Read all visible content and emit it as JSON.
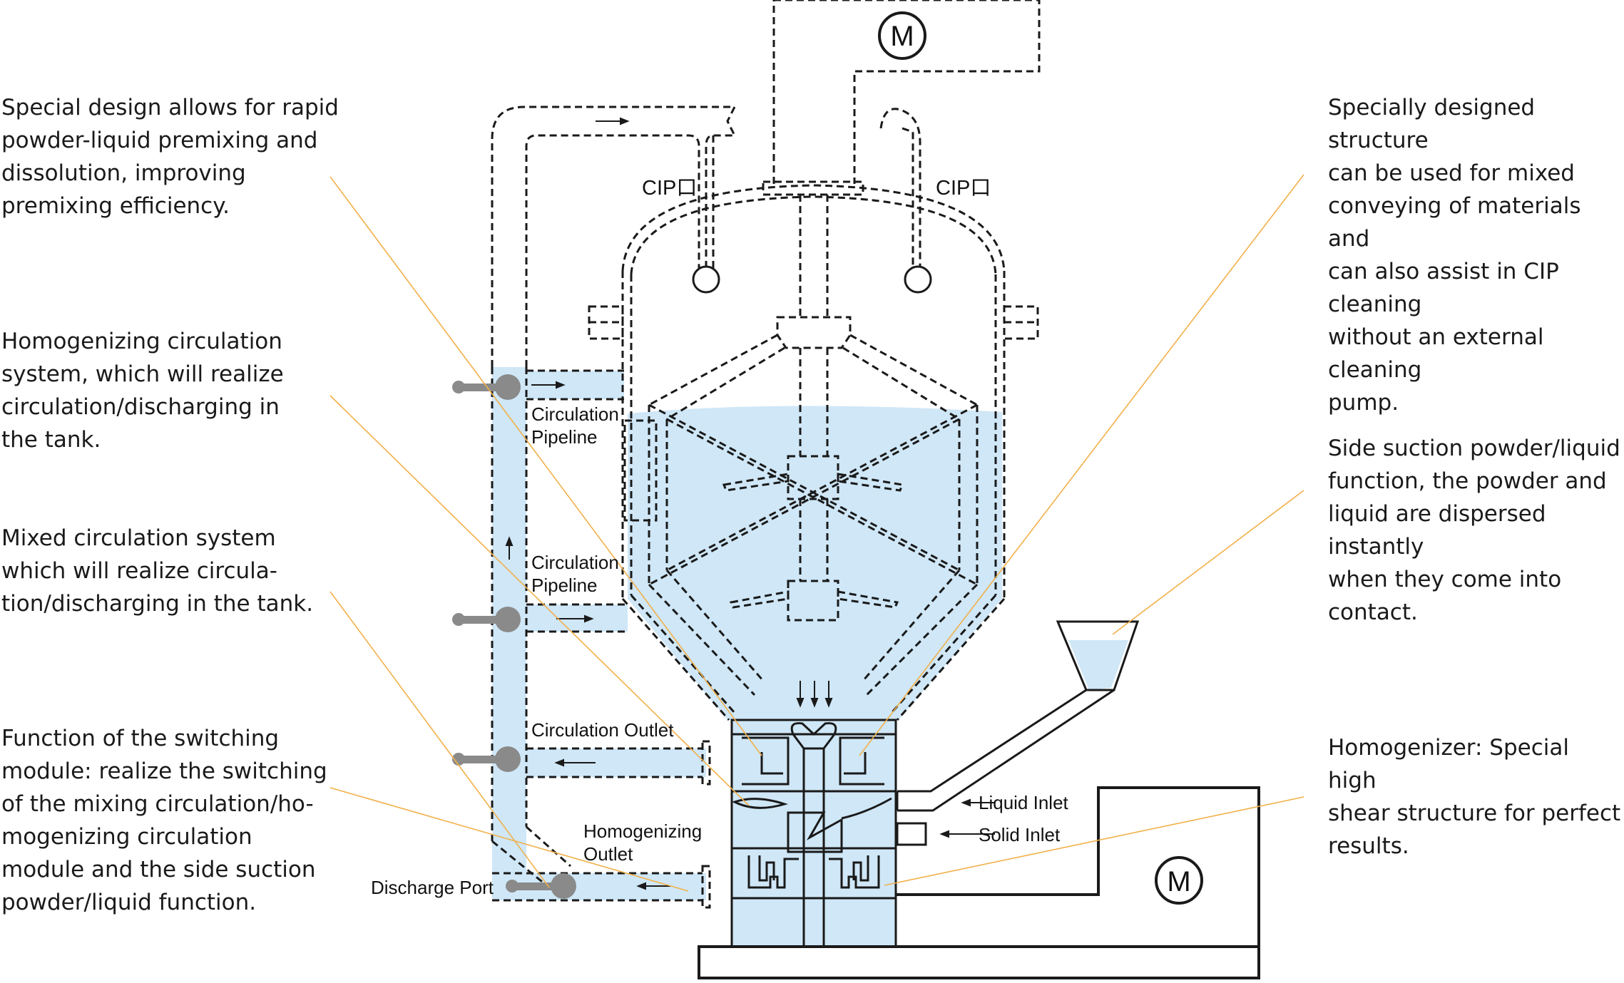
{
  "motor_label": "M",
  "annotations": {
    "premix": "Special design allows for rapid\npowder-liquid premixing and\ndissolution, improving\npremixing efficiency.",
    "homog_circ": "Homogenizing circulation\nsystem, which will realize\ncirculation/discharging in\nthe tank.",
    "mixed_circ": "Mixed circulation system\nwhich will realize circula-\ntion/discharging in the tank.",
    "switching": "Function of the switching\nmodule: realize the switching\nof the mixing circulation/ho-\nmogenizing circulation\nmodule and the side suction\npowder/liquid function.",
    "structure": "Specially designed structure\ncan be used for mixed\nconveying of materials and\ncan also assist in CIP cleaning\nwithout an external cleaning\npump.",
    "side_suction": "Side suction powder/liquid\nfunction, the powder and\nliquid are dispersed instantly\nwhen they come into\ncontact.",
    "homogenizer": "Homogenizer: Special high\nshear structure for perfect\nresults."
  },
  "labels": {
    "cip_left": "CIP口",
    "cip_right": "CIP口",
    "circ_pipeline_1a": "Circulation",
    "circ_pipeline_1b": "Pipeline",
    "circ_pipeline_2a": "Circulation",
    "circ_pipeline_2b": "Pipeline",
    "circ_outlet": "Circulation Outlet",
    "homog_outlet_a": "Homogenizing",
    "homog_outlet_b": "Outlet",
    "discharge_port": "Discharge Port",
    "liquid_inlet": "Liquid Inlet",
    "solid_inlet": "Solid Inlet"
  },
  "colors": {
    "liquid": "#cfe7f7",
    "leader_line": "#f2b04a",
    "stroke": "#1a1a1a",
    "valve": "#8a8a8a"
  }
}
